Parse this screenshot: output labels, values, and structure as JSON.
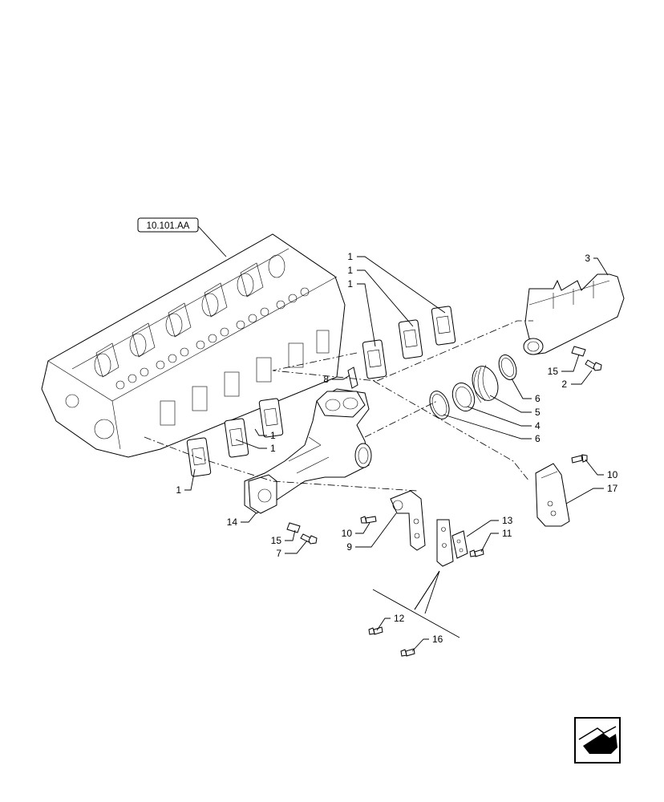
{
  "reference_box": {
    "label": "10.101.AA"
  },
  "callouts": [
    {
      "id": "c1a",
      "text": "1"
    },
    {
      "id": "c1b",
      "text": "1"
    },
    {
      "id": "c1c",
      "text": "1"
    },
    {
      "id": "c1d",
      "text": "1"
    },
    {
      "id": "c1e",
      "text": "1"
    },
    {
      "id": "c1f",
      "text": "1"
    },
    {
      "id": "c2",
      "text": "2"
    },
    {
      "id": "c3",
      "text": "3"
    },
    {
      "id": "c4",
      "text": "4"
    },
    {
      "id": "c5",
      "text": "5"
    },
    {
      "id": "c6a",
      "text": "6"
    },
    {
      "id": "c6b",
      "text": "6"
    },
    {
      "id": "c7",
      "text": "7"
    },
    {
      "id": "c8",
      "text": "8"
    },
    {
      "id": "c9",
      "text": "9"
    },
    {
      "id": "c10a",
      "text": "10"
    },
    {
      "id": "c10b",
      "text": "10"
    },
    {
      "id": "c11",
      "text": "11"
    },
    {
      "id": "c12",
      "text": "12"
    },
    {
      "id": "c13",
      "text": "13"
    },
    {
      "id": "c14",
      "text": "14"
    },
    {
      "id": "c15a",
      "text": "15"
    },
    {
      "id": "c15b",
      "text": "15"
    },
    {
      "id": "c16",
      "text": "16"
    },
    {
      "id": "c17",
      "text": "17"
    }
  ],
  "nav": {
    "icon": "previous-page-arrow-icon"
  }
}
